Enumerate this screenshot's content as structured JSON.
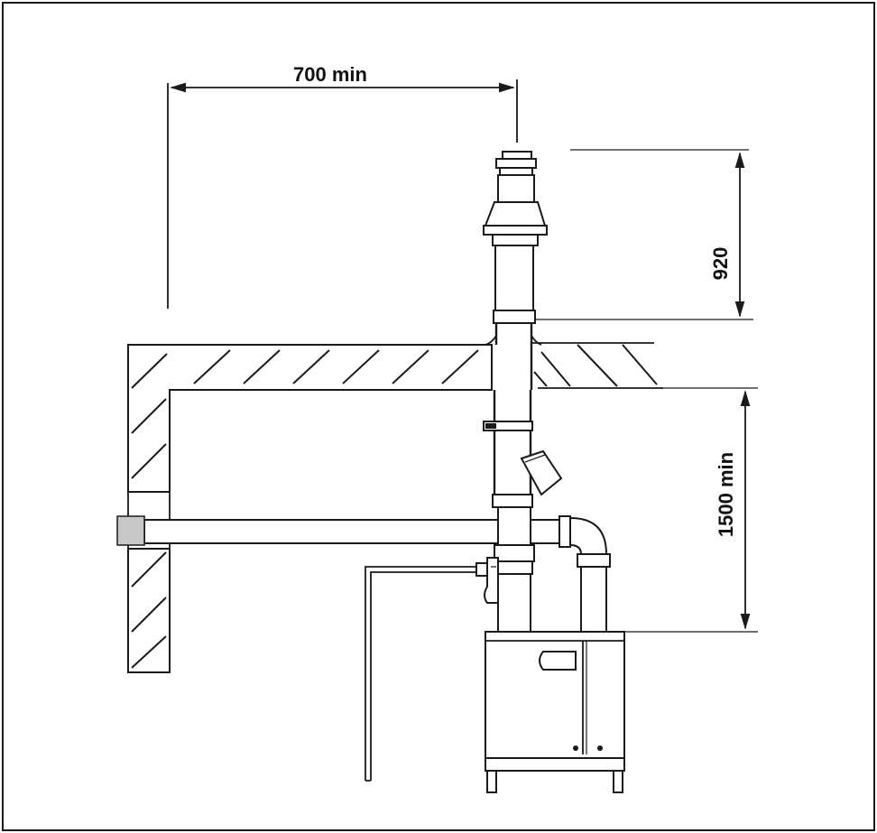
{
  "dimensions": {
    "horizontal_clearance": "700 min",
    "terminal_height": "920",
    "ceiling_height": "1500 min"
  },
  "colors": {
    "line": "#1a1a1a",
    "terminal_gray": "#c8c8c8",
    "background": "#ffffff"
  }
}
